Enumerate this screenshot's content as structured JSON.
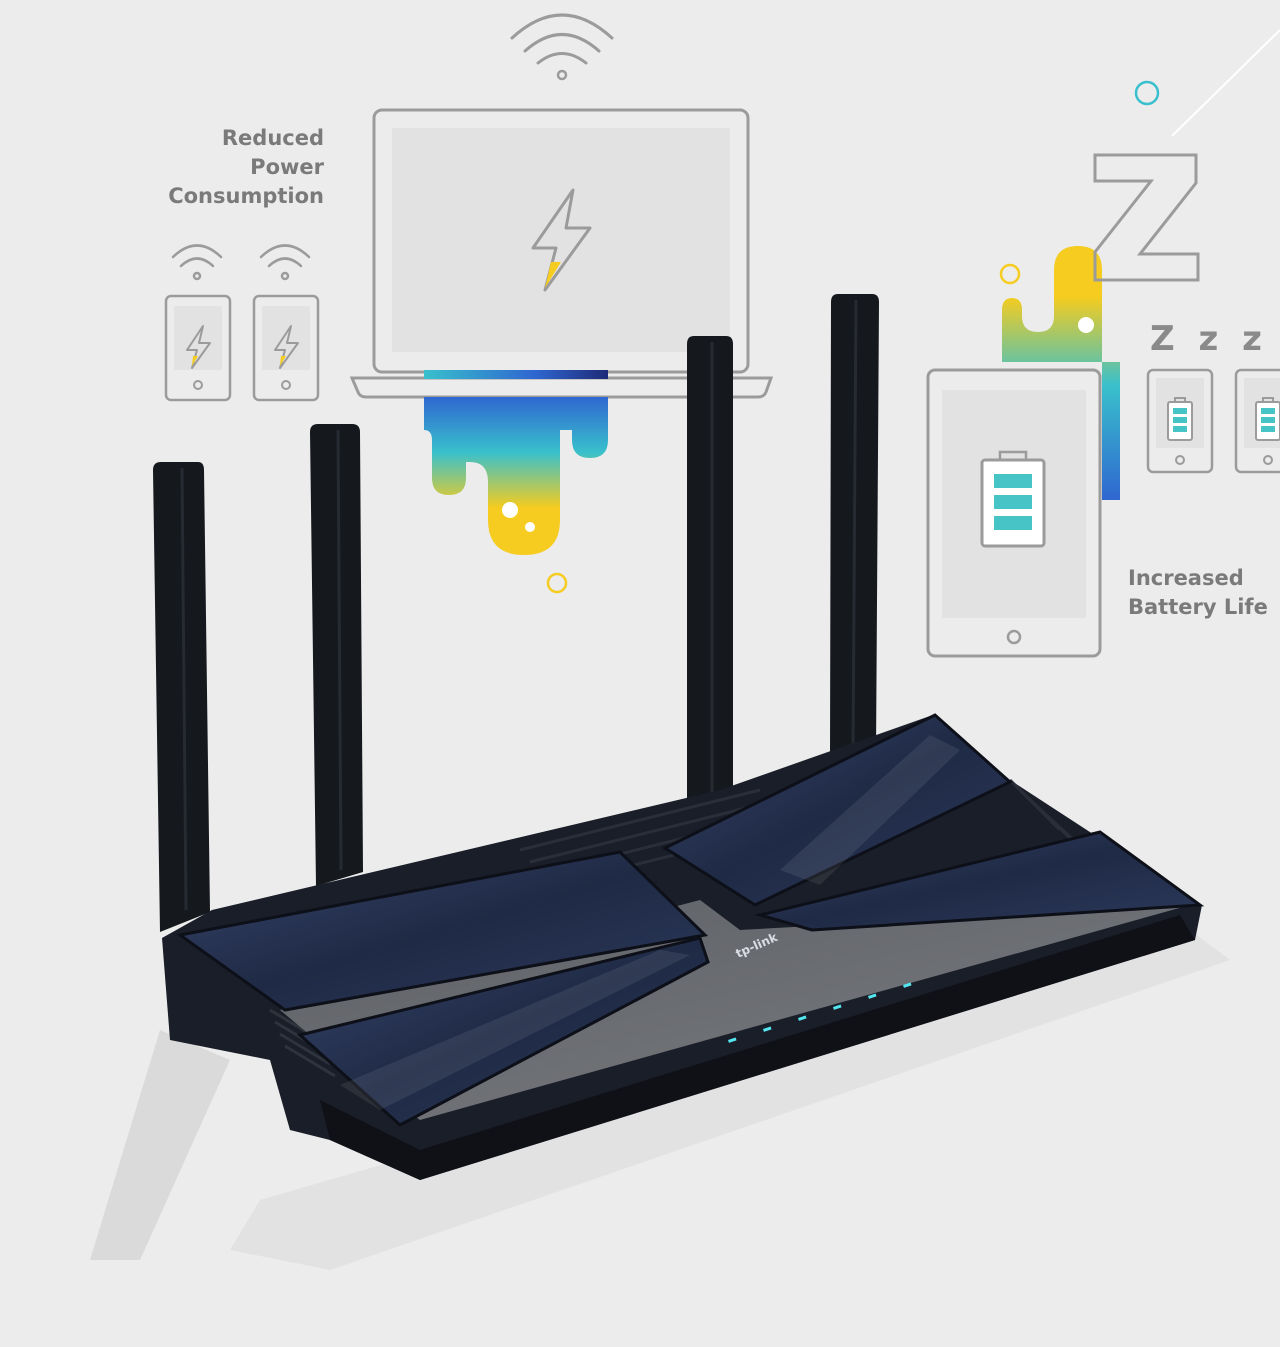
{
  "captions": {
    "reduced_power": [
      "Reduced",
      "Power",
      "Consumption"
    ],
    "increased_battery": [
      "Increased",
      "Battery Life"
    ],
    "sleep_z": "Z z z"
  },
  "device": {
    "brand": "tp-link",
    "status_led_count": 6
  },
  "colors": {
    "background": "#ececec",
    "outline": "#9b9b9b",
    "screen_fill": "#e2e2e2",
    "caption_text": "#7a7a7a",
    "accent_yellow": "#f5cc1f",
    "accent_cyan": "#39c0cc",
    "accent_blue": "#2f67d0",
    "battery_teal": "#46c4c6",
    "router_body": "#1a1e28",
    "router_panel": "#2a3552",
    "router_top": "#6a6c70",
    "led": "#54e6ef"
  },
  "icons": [
    "wifi-signal-icon",
    "laptop-icon",
    "lightning-bolt-icon",
    "smartphone-icon",
    "battery-icon",
    "sleep-z-icon",
    "router-device"
  ]
}
